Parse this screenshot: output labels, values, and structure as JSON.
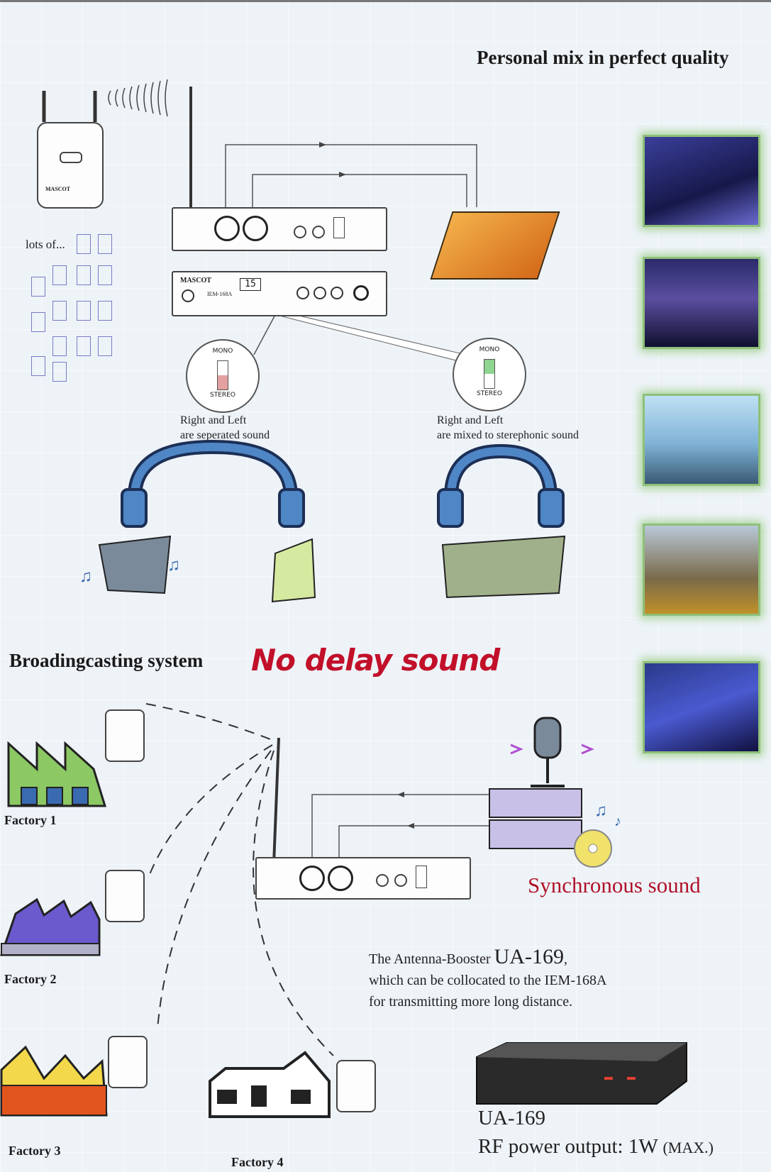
{
  "header": {
    "title": "Personal mix in perfect quality"
  },
  "transmitter_top": {
    "receiver_brand": "MASCOT",
    "lots_label": "lots of...",
    "front_brand": "MASCOT",
    "model": "IEM-168A",
    "display": "15"
  },
  "switches": {
    "left": {
      "top": "MONO",
      "bottom": "STEREO",
      "caption_1": "Right and Left",
      "caption_2": "are seperated sound"
    },
    "right": {
      "top": "MONO",
      "bottom": "STEREO",
      "caption_1": "Right and Left",
      "caption_2": "are mixed to sterephonic sound"
    }
  },
  "broadcast": {
    "title": "Broadingcasting system",
    "slogan": "No delay sound",
    "sync": "Synchronous sound",
    "factories": [
      "Factory 1",
      "Factory 2",
      "Factory 3",
      "Factory 4"
    ]
  },
  "booster": {
    "line1_prefix": "The Antenna-Booster ",
    "line1_model": "UA-169",
    "line1_suffix": ",",
    "line2": "which can be collocated to the IEM-168A",
    "line3": "for transmitting more long distance.",
    "model": "UA-169",
    "spec_prefix": "RF power output: 1W ",
    "spec_suffix": "(MAX.)"
  },
  "colors": {
    "accent_red": "#c2102a",
    "headphone_blue": "#4f86c6",
    "photo_border": "#8fbf7a"
  }
}
